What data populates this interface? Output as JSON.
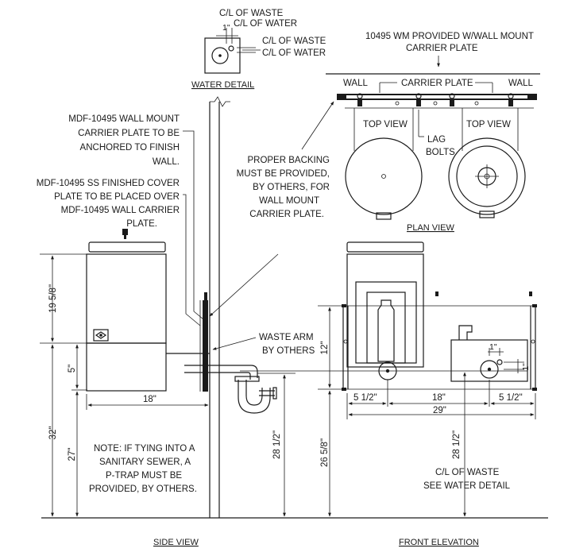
{
  "water_detail": {
    "title": "WATER DETAIL",
    "cl_waste_top": "C/L OF WASTE",
    "cl_water_top": "C/L OF WATER",
    "dim_1": "1\"",
    "cl_waste_side": "C/L OF WASTE",
    "cl_water_side": "C/L OF WATER"
  },
  "plan_view": {
    "header_line1": "10495 WM PROVIDED W/WALL MOUNT",
    "header_line2": "CARRIER PLATE",
    "wall_left": "WALL",
    "carrier_plate": "CARRIER PLATE",
    "wall_right": "WALL",
    "top_view_left": "TOP VIEW",
    "top_view_right": "TOP VIEW",
    "lag": "LAG",
    "bolts": "BOLTS",
    "title": "PLAN VIEW"
  },
  "notes": {
    "mdf_wall_mount": [
      "MDF-10495 WALL MOUNT",
      "CARRIER PLATE TO BE",
      "ANCHORED TO FINISH",
      "WALL."
    ],
    "mdf_cover": [
      "MDF-10495 SS FINISHED COVER",
      "PLATE TO BE PLACED OVER",
      "MDF-10495 WALL CARRIER",
      "PLATE."
    ],
    "backing": [
      "PROPER BACKING",
      "MUST BE PROVIDED,",
      "BY OTHERS, FOR",
      "WALL MOUNT",
      "CARRIER PLATE."
    ],
    "waste_arm": [
      "WASTE ARM",
      "BY OTHERS"
    ],
    "sewer": [
      "NOTE: IF TYING INTO A",
      "SANITARY SEWER, A",
      "P-TRAP MUST BE",
      "PROVIDED, BY OTHERS."
    ]
  },
  "side_view": {
    "title": "SIDE VIEW",
    "dim_19_5_8": "19 5/8\"",
    "dim_5": "5\"",
    "dim_32": "32\"",
    "dim_27": "27\"",
    "dim_18": "18\"",
    "dim_28_1_2": "28 1/2\""
  },
  "front_elevation": {
    "title": "FRONT ELEVATION",
    "dim_12": "12\"",
    "dim_26_5_8": "26 5/8\"",
    "dim_28_1_2": "28 1/2\"",
    "dim_5_1_2_left": "5 1/2\"",
    "dim_18": "18\"",
    "dim_5_1_2_right": "5 1/2\"",
    "dim_29": "29\"",
    "dim_1_h": "1\"",
    "dim_1_v": "1\"",
    "cl_waste_line1": "C/L OF WASTE",
    "cl_waste_line2": "SEE WATER DETAIL"
  }
}
